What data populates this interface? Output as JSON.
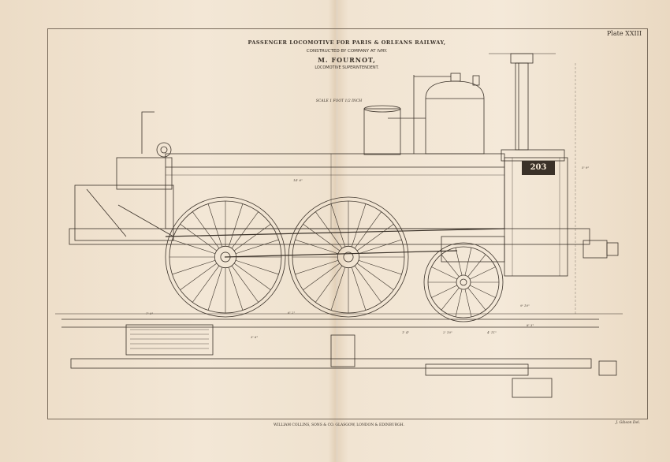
{
  "plate_label": "Plate XXIII",
  "title_line1": "PASSENGER LOCOMOTIVE FOR PARIS & ORLEANS RAILWAY,",
  "title_line2": "CONSTRUCTED BY COMPANY AT IVRY.",
  "title_line3": "M. FOURNOT,",
  "title_line4": "LOCOMOTIVE SUPERINTENDENT.",
  "scale_note": "SCALE 1 FOOT 1/2 INCH",
  "engine_number": "203",
  "publisher_line": "WILLIAM COLLINS, SONS & CO. GLASGOW, LONDON & EDINBURGH.",
  "draughtsman_credit": "J. Gibson Del.",
  "dimensions": {
    "d1": "14' 6\"",
    "d2": "5' 9\"",
    "d3": "7' 0\"",
    "d4": "6' 2\"",
    "d5": "9' 10\"",
    "d6": "8' 3\"",
    "d7": "3' 6\"",
    "d8": "1' 4\"",
    "d9": "2' 10\"",
    "d10": "4' 11\""
  },
  "colors": {
    "ink": "#3a3128",
    "paper": "#f1e4d2"
  }
}
